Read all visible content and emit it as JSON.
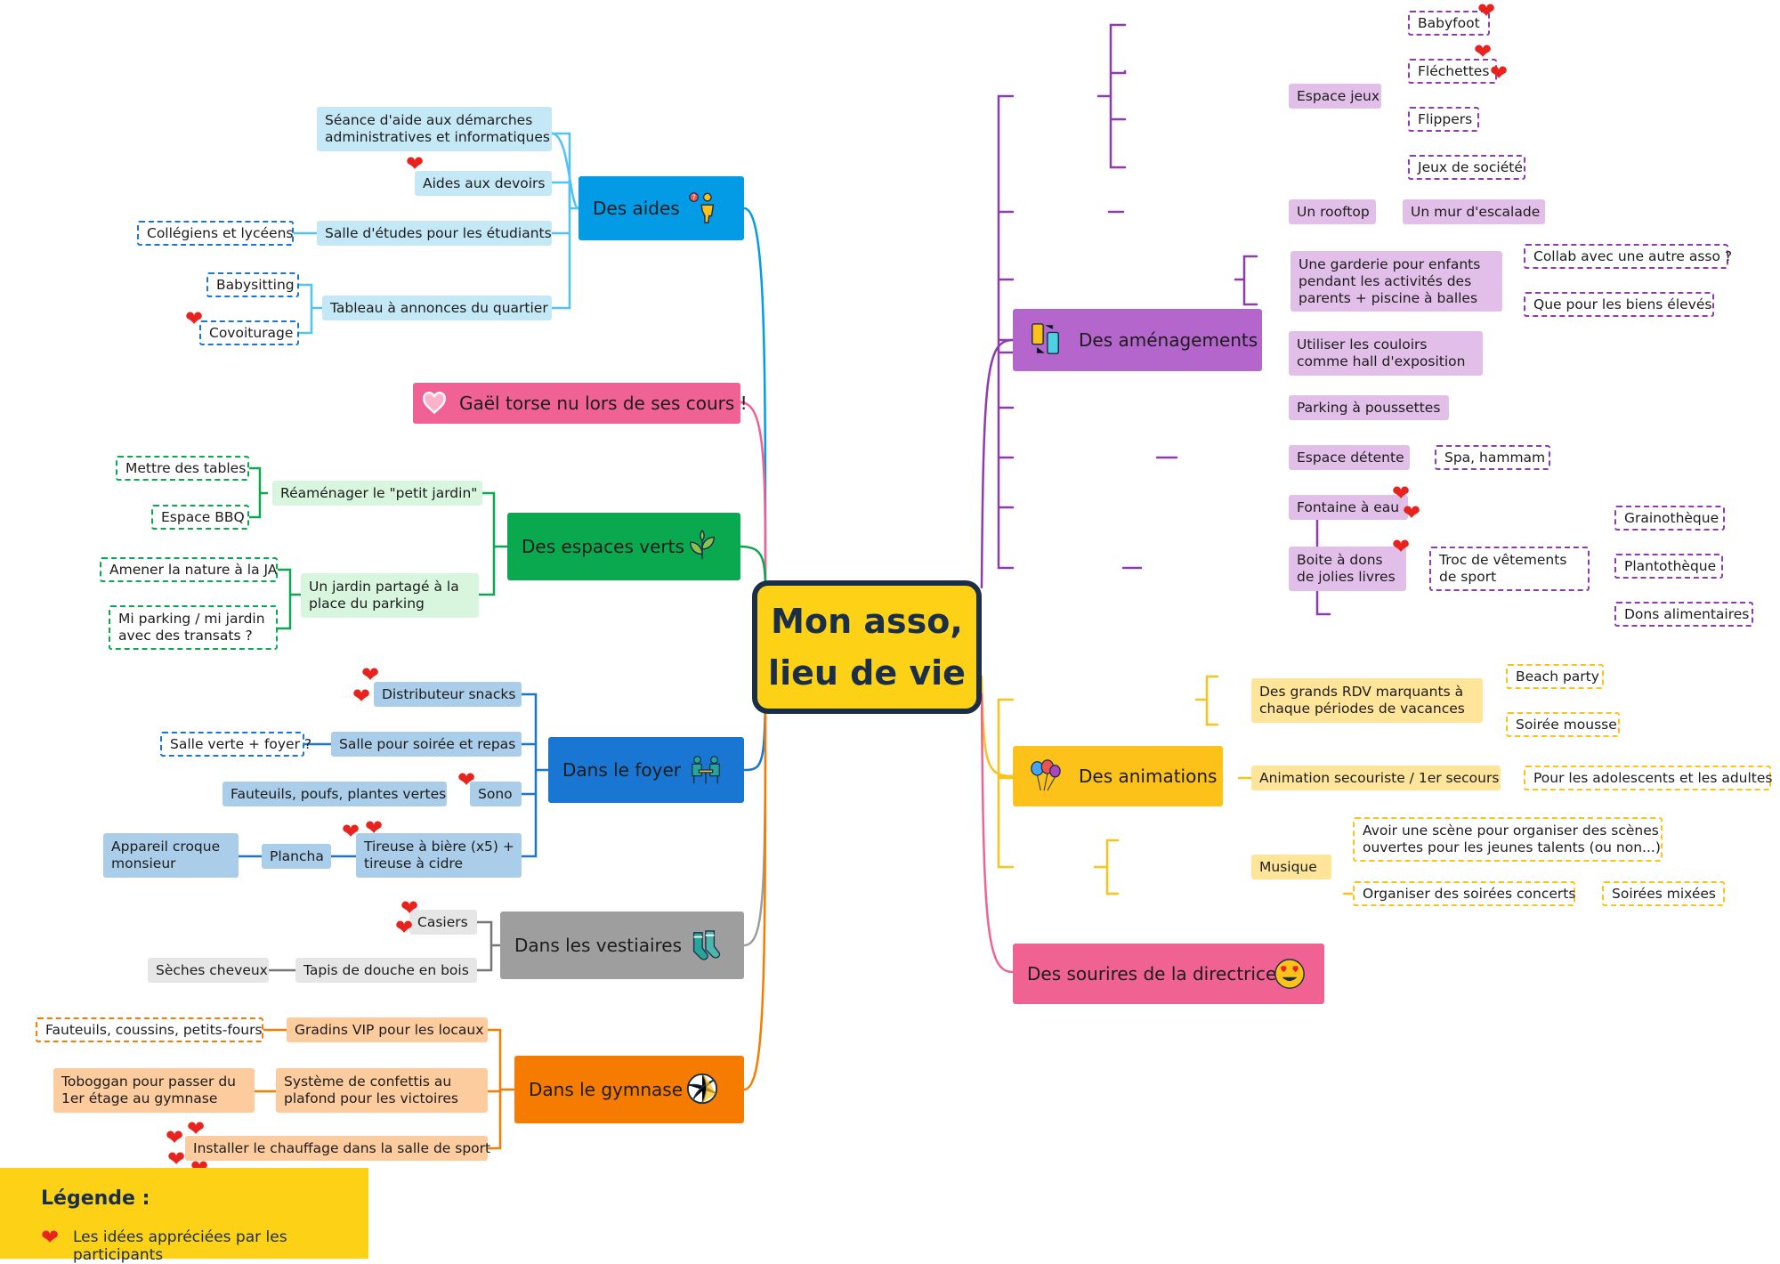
{
  "center": {
    "line1": "Mon asso,",
    "line2": "lieu de vie"
  },
  "legend": {
    "title": "Légende :",
    "text": "Les idées appréciées par les participants"
  },
  "colors": {
    "blue": "#039be5",
    "pink": "#ef6293",
    "green": "#0aa84f",
    "dblue": "#1976d2",
    "grey": "#9e9e9e",
    "orange": "#f57c00",
    "purple": "#b466cc",
    "yellow": "#fcc219",
    "rose": "#f06292",
    "heart": "#e8231d",
    "navy": "#1a2e47"
  },
  "branches": {
    "aides": {
      "label": "Des aides",
      "icon": "helping-person-icon",
      "c1": "Séance d'aide aux démarches",
      "c1b": "administratives et informatiques",
      "c2": "Aides aux devoirs",
      "c3": "Salle d'études pour les étudiants",
      "c3a": "Collégiens et lycéens",
      "c4": "Tableau à annonces du quartier",
      "c4a": "Babysitting",
      "c4b": "Covoiturage"
    },
    "gael": {
      "label": "Gaël torse nu lors de ses cours !",
      "icon": "heart-outline-icon"
    },
    "verts": {
      "label": "Des espaces verts",
      "icon": "leaves-icon",
      "c1": "Réaménager le \"petit jardin\"",
      "c1a": "Mettre des tables",
      "c1b": "Espace BBQ",
      "c2": "Un jardin partagé à la",
      "c2b": "place du parking",
      "c2a": "Amener la nature à la JA",
      "c2c": "Mi parking / mi jardin",
      "c2d": "avec des transats ?"
    },
    "foyer": {
      "label": "Dans le foyer",
      "icon": "people-table-icon",
      "c1": "Distributeur snacks",
      "c2": "Salle pour soirée et repas",
      "c2a": "Salle verte + foyer ?",
      "c3": "Sono",
      "c3a": "Fauteuils, poufs, plantes vertes",
      "c4": "Tireuse à bière (x5) +",
      "c4b": "tireuse à cidre",
      "c4a": "Plancha",
      "c4a1": "Appareil croque",
      "c4a2": "monsieur"
    },
    "vest": {
      "label": "Dans les vestiaires",
      "icon": "socks-icon",
      "c1": "Casiers",
      "c2": "Tapis de douche en bois",
      "c2a": "Sèches cheveux"
    },
    "gym": {
      "label": "Dans le gymnase",
      "icon": "volleyball-icon",
      "c1": "Gradins VIP pour les locaux",
      "c1a": "Fauteuils, coussins, petits-fours",
      "c2": "Système de confettis au",
      "c2b": "plafond pour les victoires",
      "c2a": "Toboggan pour passer du",
      "c2c": "1er étage au gymnase",
      "c3": "Installer le chauffage dans la salle de sport"
    },
    "amen": {
      "label": "Des aménagements",
      "icon": "phones-icon",
      "c1": "Espace jeux",
      "c1a": "Babyfoot",
      "c1b": "Fléchettes",
      "c1c": "Flippers",
      "c1d": "Jeux de société",
      "c2": "Un rooftop",
      "c2a": "Un mur d'escalade",
      "c3": "Une garderie pour enfants",
      "c3b": "pendant les activités des",
      "c3c": "parents + piscine à balles",
      "c3a1": "Collab avec une autre asso ?",
      "c3a2": "Que pour les biens élevés",
      "c4": "Utiliser les couloirs",
      "c4b": "comme hall d'exposition",
      "c5": "Parking à poussettes",
      "c6": "Espace détente",
      "c6a": "Spa, hammam",
      "c7": "Fontaine à eau",
      "c8": "Boite à dons",
      "c8b": "de jolies livres",
      "c8a": "Troc de vêtements",
      "c8a2": "de sport",
      "c8a1a": "Grainothèque",
      "c8a1b": "Plantothèque",
      "c8a1c": "Dons alimentaires"
    },
    "anim": {
      "label": "Des animations",
      "icon": "balloons-icon",
      "c1": "Des grands RDV marquants à",
      "c1b": "chaque périodes de vacances",
      "c1a": "Beach party",
      "c1c": "Soirée mousse",
      "c2": "Animation secouriste / 1er secours",
      "c2a": "Pour les adolescents et les adultes",
      "c3": "Musique",
      "c3a": "Avoir une scène pour organiser des scènes",
      "c3a2": "ouvertes pour les jeunes talents (ou non...)",
      "c3b": "Organiser des soirées concerts",
      "c3b1": "Soirées mixées"
    },
    "sour": {
      "label": "Des sourires de la directrice",
      "icon": "heart-eyes-emoji-icon"
    }
  }
}
